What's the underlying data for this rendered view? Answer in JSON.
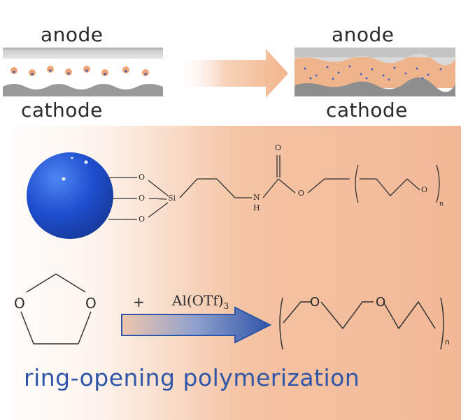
{
  "top_left": {
    "anode_label": "anode",
    "cathode_label": "cathode"
  },
  "top_right": {
    "anode_label": "anode",
    "cathode_label": "cathode"
  },
  "silane": {
    "atoms": {
      "o1": "O",
      "o2": "O",
      "o3": "O",
      "si": "Si",
      "nh_n": "N",
      "nh_h": "H",
      "carbonyl_o": "O",
      "ester_o": "O",
      "peg_o": "O",
      "peg_n": "n"
    }
  },
  "reaction": {
    "dioxolane_o1": "O",
    "dioxolane_o2": "O",
    "plus": "+",
    "catalyst_main": "Al(OTf)",
    "catalyst_sub": "3",
    "product_o1": "O",
    "product_o2": "O",
    "product_n": "n"
  },
  "caption": "ring-opening polymerization",
  "colors": {
    "accent_blue": "#2f55a8",
    "sphere_blue": "#1f4fd0",
    "peach": "#f2b896",
    "electrode_gray": "#9a9a9a"
  }
}
